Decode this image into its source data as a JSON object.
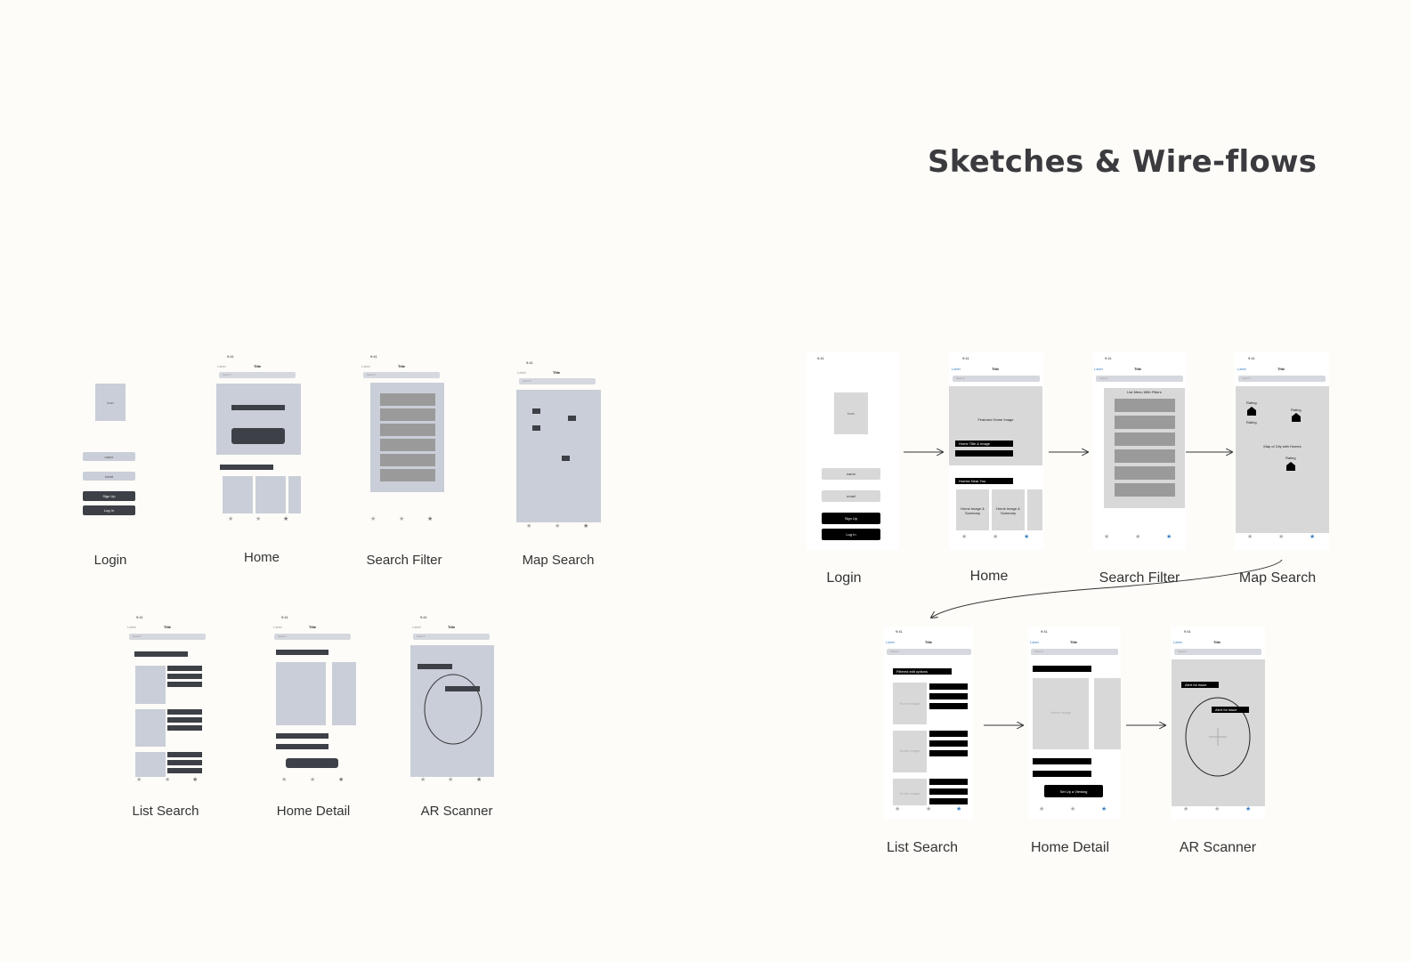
{
  "heading": "Sketches & Wire-flows",
  "sketches": {
    "login": "Login",
    "home": "Home",
    "search_filter": "Search Filter",
    "map_search": "Map Search",
    "list_search": "List Search",
    "home_detail": "Home Detail",
    "ar_scanner": "AR Scanner"
  },
  "wireflows": {
    "login": "Login",
    "home": "Home",
    "search_filter": "Search Filter",
    "map_search": "Map Search",
    "list_search": "List Search",
    "home_detail": "Home Detail",
    "ar_scanner": "AR Scanner"
  },
  "phone_ui": {
    "time": "9:41",
    "back_label": "Label",
    "nav_title": "Title",
    "search_placeholder": "Search"
  },
  "sketch_text": {
    "icon": "Icon",
    "name": "name",
    "email": "email",
    "sign_up": "Sign Up",
    "log_in": "Log In"
  },
  "wire_text": {
    "icon": "Icon",
    "name": "name",
    "email": "email",
    "sign_up": "Sign Up",
    "log_in": "Log In",
    "featured_home_image": "Featured Home Image",
    "home_title_image": "Home Title & Image",
    "homes_near_you": "Homes Near You",
    "home_image_summary": "Home Image & Summary",
    "list_menu_filters": "List Menu With Filters",
    "rating": "Rating",
    "map_of_city": "Map of City with Homes",
    "filtered_edit_options": "Filtered edit options",
    "home_image": "Home Image",
    "set_up_viewing": "Set Up a Viewing",
    "alert_for_issue": "Alert for issue"
  }
}
